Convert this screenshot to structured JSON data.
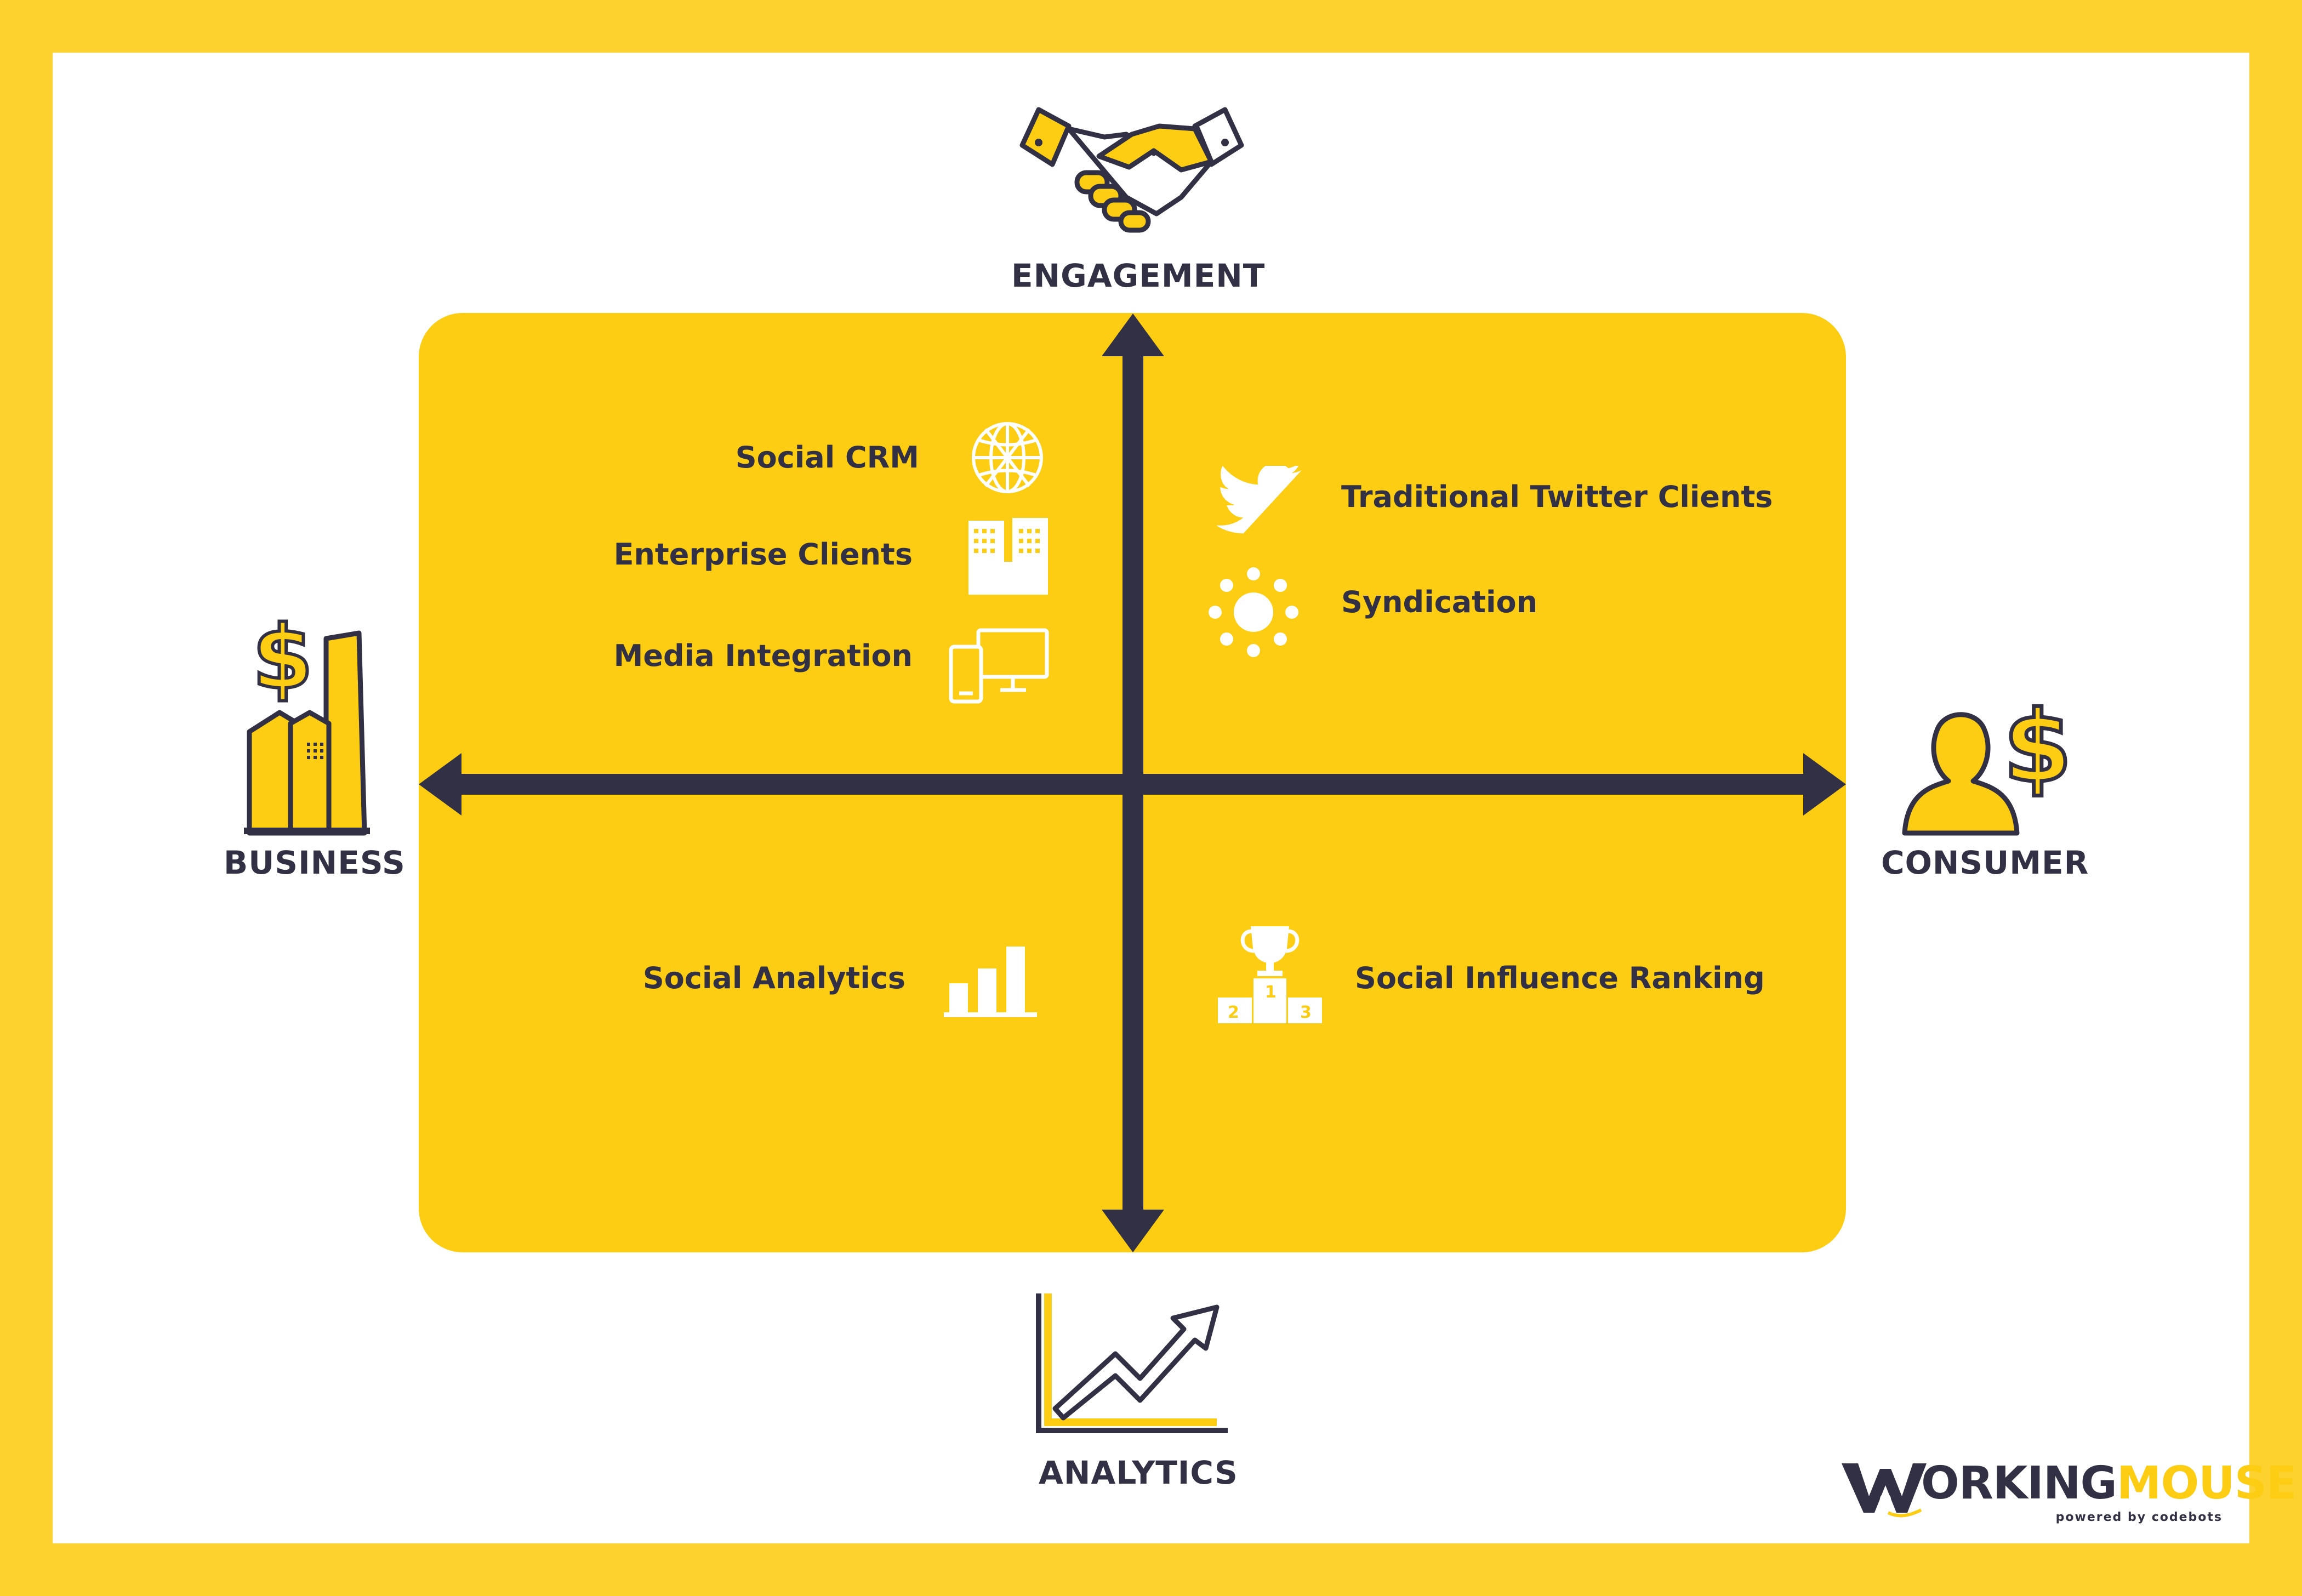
{
  "axes": {
    "top": "ENGAGEMENT",
    "bottom": "ANALYTICS",
    "left": "BUSINESS",
    "right": "CONSUMER"
  },
  "quadrants": {
    "top_left": [
      {
        "label": "Social CRM",
        "icon": "globe-icon"
      },
      {
        "label": "Enterprise Clients",
        "icon": "buildings-icon"
      },
      {
        "label": "Media Integration",
        "icon": "devices-icon"
      }
    ],
    "top_right": [
      {
        "label": "Traditional Twitter Clients",
        "icon": "twitter-bird-icon"
      },
      {
        "label": "Syndication",
        "icon": "sun-dots-icon"
      }
    ],
    "bottom_left": [
      {
        "label": "Social Analytics",
        "icon": "bar-chart-icon"
      }
    ],
    "bottom_right": [
      {
        "label": "Social Influence Ranking",
        "icon": "podium-trophy-icon"
      }
    ]
  },
  "podium_numbers": [
    "1",
    "2",
    "3"
  ],
  "logo": {
    "brand_part1": "W",
    "brand_part2": "ORKING",
    "brand_part3": "MOUSE",
    "tagline": "powered by codebots"
  },
  "colors": {
    "border": "#fdd22f",
    "panel": "#fccd12",
    "axis": "#323044",
    "text": "#323044",
    "icon_light": "#ffffff"
  }
}
